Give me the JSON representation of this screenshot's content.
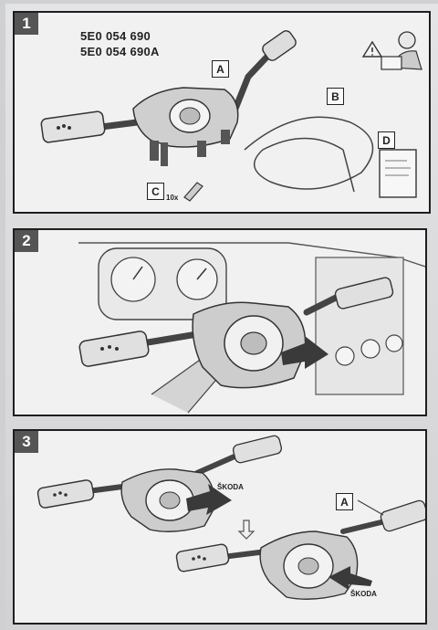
{
  "panel1": {
    "step": "1",
    "part_numbers": [
      "5E0 054 690",
      "5E0 054 690A"
    ],
    "labels": {
      "a": "A",
      "b": "B",
      "c": "C",
      "d": "D"
    },
    "quantity": "10x",
    "icons": [
      "warning-triangle-icon",
      "read-manual-icon"
    ]
  },
  "panel2": {
    "step": "2"
  },
  "panel3": {
    "step": "3",
    "brand_top": "ŠKODA",
    "brand_bottom": "ŠKODA",
    "label_a": "A"
  }
}
